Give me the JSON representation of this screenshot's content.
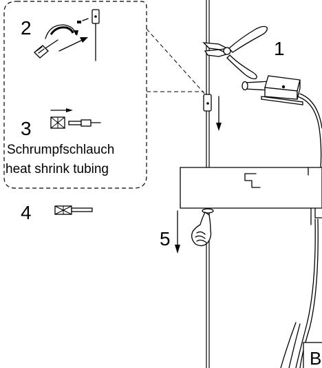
{
  "steps": {
    "step1": "1",
    "step2": "2",
    "step3": "3",
    "step4": "4",
    "step5": "5"
  },
  "inset": {
    "label_de": "Schrumpfschlauch",
    "label_en": "heat shrink tubing"
  },
  "corner_label": "B",
  "icons": [
    "pliers-icon",
    "screwdriver-icon",
    "cable-clamp-icon",
    "hand-pushing-icon",
    "lamp-fixture-icon"
  ]
}
